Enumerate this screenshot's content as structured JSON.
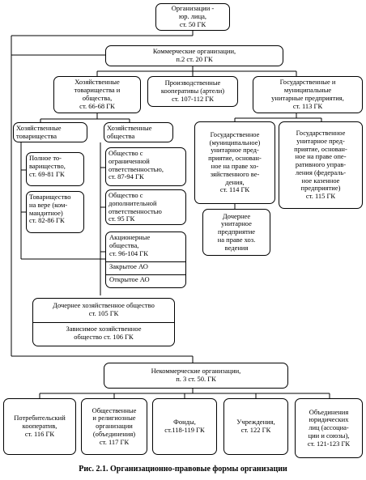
{
  "root": {
    "label": "Организации -\nюр. лица,\nст. 50 ГК"
  },
  "commercial": {
    "label": "Коммерческие организации,\nп.2 ст. 20 ГК",
    "economic": {
      "label": "Хозяйственные\nтоварищества и\nобщества,\nст. 66-68 ГК"
    },
    "coop": {
      "label": "Производственные\nкооперативы (артели)\nст. 107-112 ГК"
    },
    "unitary": {
      "label": "Государственные и\nмуниципальные\nунитарные предприятия,\nст. 113 ГК"
    },
    "partnerships": {
      "label": "Хозяйственные\nтоварищества",
      "full": "Полное то-\nварищество,\nст. 69-81 ГК",
      "limited": "Товарищество\nна вере (ком-\nмандитное)\nст. 82-86 ГК"
    },
    "societies": {
      "label": "Хозяйственные\nобщества",
      "llc": "Общество с\nограниченной\nответственностью,\nст. 87-94 ГК",
      "alc": "Общество с\nдополнительной\nответственностью\nст. 95 ГК",
      "jsc": {
        "label": "Акционерные\nобщества,\nст. 96-104 ГК",
        "closed": "Закрытое АО",
        "open": "Открытое АО"
      }
    },
    "unitary_econ": "Государственное\n(муниципальное)\nунитарное пред-\nприятие, основан-\nное на праве хо-\nзяйственного ве-\nдения,\nст. 114 ГК",
    "unitary_oper": "Государственное\nунитарное пред-\nприятие, основан-\nное на праве опе-\nративного управ-\nления (федераль-\nное казенное\nпредприятие)\nст. 115 ГК",
    "subsidiary_unitary": "Дочернее\nунитарное\nпредприятие\nна праве хоз.\nведения",
    "subsidiary": "Дочернее хозяйственное общество\nст. 105 ГК",
    "dependent": "Зависимое хозяйственное\nобщество    ст. 106 ГК"
  },
  "noncommercial": {
    "label": "Некоммерческие организации,\nп. 3 ст. 50. ГК",
    "items": [
      "Потребительский\nкооператив,\nст. 116 ГК",
      "Общественные\nи религиозные\nорганизации\n(объединения)\nст. 117 ГК",
      "Фонды,\nст.118-119 ГК",
      "Учреждения,\nст. 122 ГК",
      "Объединения\nюридических\nлиц (ассоциа-\nции и союзы),\nст. 121-123 ГК"
    ]
  },
  "caption": "Рис. 2.1. Организационно-правовые формы организации"
}
